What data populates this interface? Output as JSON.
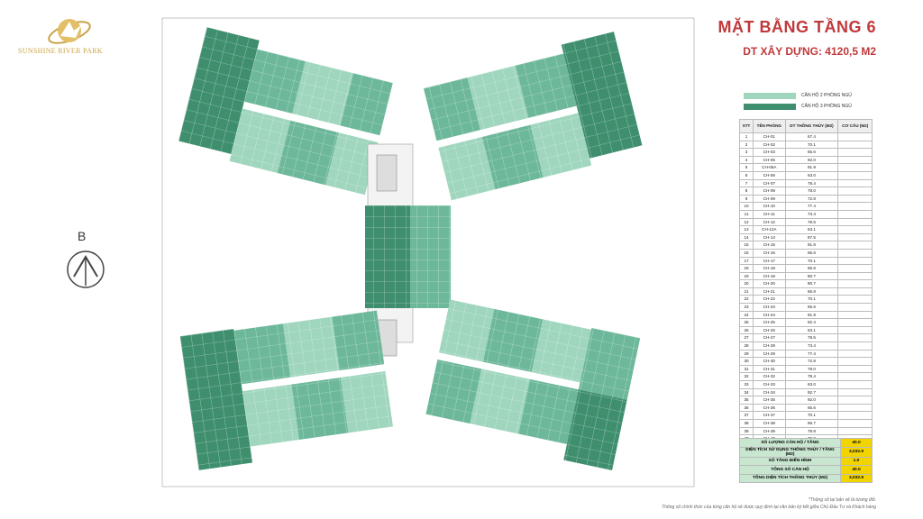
{
  "brand": {
    "name": "SUNSHINE RIVER PARK"
  },
  "title": "MẶT BẰNG TẦNG 6",
  "subtitle": "DT XÂY DỰNG: 4120,5 M2",
  "north_label": "B",
  "legend": [
    {
      "label": "CĂN HỘ 2 PHÒNG NGỦ",
      "color": "#9fd6bd"
    },
    {
      "label": "CĂN HỘ 3 PHÒNG NGỦ",
      "color": "#3f8f6f"
    }
  ],
  "table": {
    "headers": [
      "STT",
      "TÊN PHÒNG",
      "DT THÔNG THỦY (M2)",
      "CƠ CẤU (M2)"
    ],
    "rows": [
      [
        "1",
        "CH-01",
        "67.4"
      ],
      [
        "2",
        "CH-02",
        "70.1"
      ],
      [
        "3",
        "CH-03",
        "65.6"
      ],
      [
        "4",
        "CH-05",
        "92.0"
      ],
      [
        "5",
        "CH-05A",
        "91.9"
      ],
      [
        "6",
        "CH-06",
        "63.0"
      ],
      [
        "7",
        "CH-07",
        "78.4"
      ],
      [
        "8",
        "CH-08",
        "78.0"
      ],
      [
        "9",
        "CH-09",
        "72.8"
      ],
      [
        "10",
        "CH-10",
        "77.4"
      ],
      [
        "11",
        "CH-11",
        "73.4"
      ],
      [
        "12",
        "CH-12",
        "78.5"
      ],
      [
        "13",
        "CH-12A",
        "63.1"
      ],
      [
        "14",
        "CH-14",
        "87.5"
      ],
      [
        "15",
        "CH-15",
        "91.8"
      ],
      [
        "16",
        "CH-16",
        "65.6"
      ],
      [
        "17",
        "CH-17",
        "70.1"
      ],
      [
        "18",
        "CH-18",
        "66.8"
      ],
      [
        "19",
        "CH-19",
        "80.7"
      ],
      [
        "20",
        "CH-20",
        "80.7"
      ],
      [
        "21",
        "CH-21",
        "66.8"
      ],
      [
        "22",
        "CH-22",
        "70.1"
      ],
      [
        "23",
        "CH-23",
        "65.6"
      ],
      [
        "24",
        "CH-24",
        "91.9"
      ],
      [
        "25",
        "CH-25",
        "92.4"
      ],
      [
        "26",
        "CH-26",
        "63.1"
      ],
      [
        "27",
        "CH-27",
        "78.5"
      ],
      [
        "28",
        "CH-28",
        "73.4"
      ],
      [
        "29",
        "CH-29",
        "77.4"
      ],
      [
        "30",
        "CH-30",
        "72.8"
      ],
      [
        "31",
        "CH-31",
        "78.0"
      ],
      [
        "32",
        "CH-32",
        "78.4"
      ],
      [
        "33",
        "CH-33",
        "63.0"
      ],
      [
        "34",
        "CH-34",
        "92.7"
      ],
      [
        "35",
        "CH-35",
        "92.0"
      ],
      [
        "36",
        "CH-36",
        "65.6"
      ],
      [
        "37",
        "CH-37",
        "70.1"
      ],
      [
        "38",
        "CH-38",
        "66.7"
      ],
      [
        "39",
        "CH-39",
        "79.8"
      ],
      [
        "40",
        "CH-40",
        "79.8"
      ]
    ]
  },
  "summary": [
    {
      "label": "SỐ LƯỢNG CĂN HỘ / TẦNG",
      "value": "40.0"
    },
    {
      "label": "DIỆN TÍCH SỬ DỤNG THÔNG THỦY / TẦNG (M2)",
      "value": "3,032.9"
    },
    {
      "label": "SỐ TẦNG ĐIỂN HÌNH",
      "value": "1.0"
    },
    {
      "label": "TỔNG SỐ CĂN HỘ",
      "value": "40.0"
    },
    {
      "label": "TỔNG DIỆN TÍCH THÔNG THỦY (M2)",
      "value": "3,032.9"
    }
  ],
  "notes": [
    "*Thông số tại bản vẽ là tương đối.",
    "Thông số chính thức của từng căn hộ sẽ được quy định tại văn bản ký kết giữa Chủ Đầu Tư và Khách hàng"
  ],
  "colors": {
    "dark": "#3f8f6f",
    "mid": "#6db89a",
    "light": "#9fd6bd",
    "accent": "#c0393b",
    "gold": "#c9a449"
  }
}
